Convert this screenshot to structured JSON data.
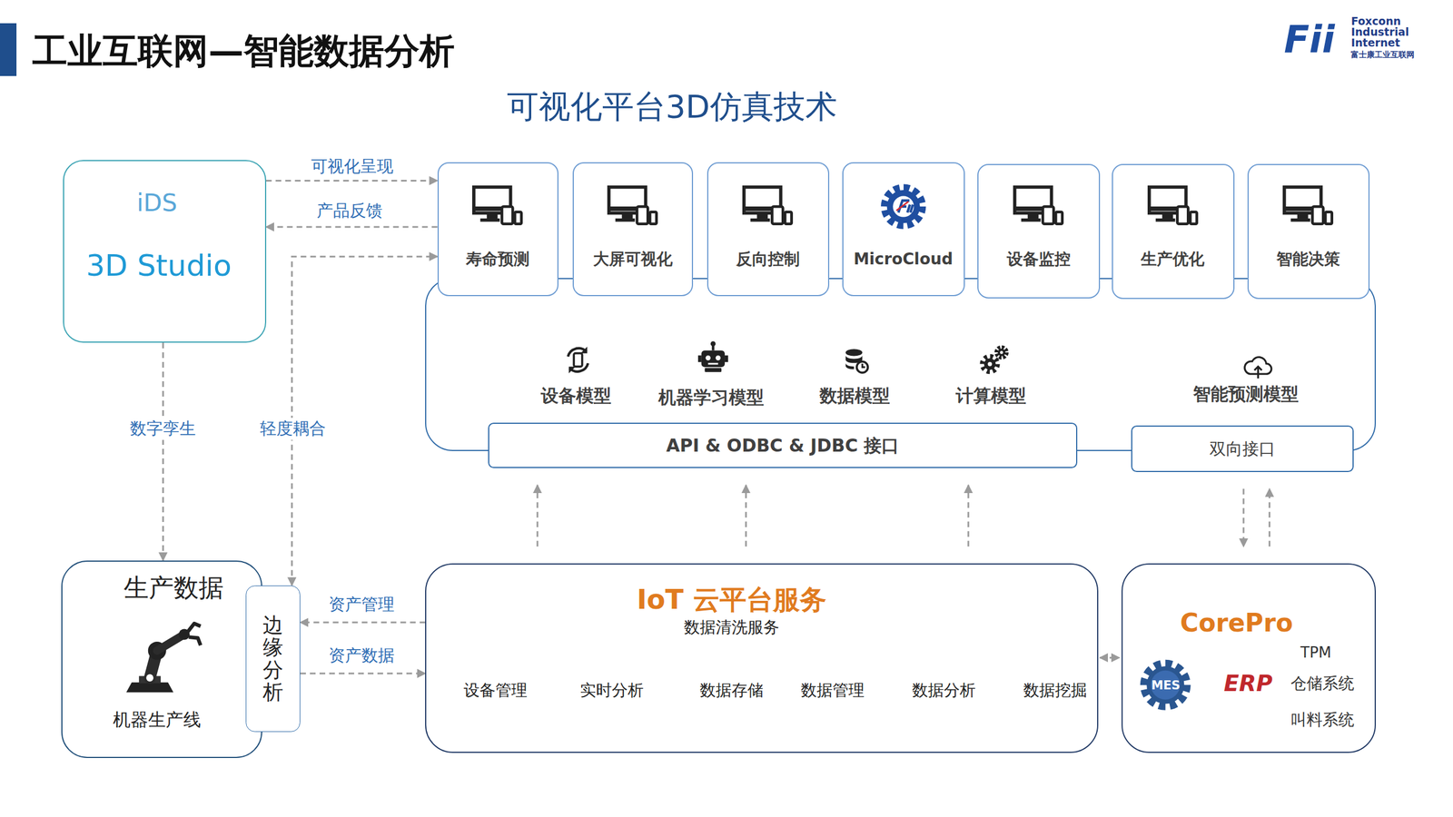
{
  "diagram": {
    "title": "工业互联网—智能数据分析",
    "nodes": [
      {
        "text": [
          "iDS",
          "3D Studio"
        ]
      },
      {
        "text": [
          "寿命预测"
        ]
      },
      {
        "text": [
          "大屏可视化"
        ]
      },
      {
        "text": [
          "反向控制"
        ]
      },
      {
        "text": [
          "MicroCloud"
        ]
      },
      {
        "text": [
          "设备监控"
        ]
      },
      {
        "text": [
          "生产优化"
        ]
      },
      {
        "text": [
          "智能决策"
        ]
      },
      {
        "text": [
          "设备模型",
          "机器学习模型",
          "数据模型",
          "计算模型",
          "智能预测模型"
        ]
      },
      {
        "text": [
          "API & ODBC & JDBC 接口"
        ],
        "in": 8
      },
      {
        "text": [
          "双向接口"
        ],
        "in": 8
      },
      {
        "text": [
          "生产数据",
          "机器生产线"
        ]
      },
      {
        "text": [
          "边缘分析"
        ]
      },
      {
        "text": [
          "IoT 云平台服务"
        ]
      },
      {
        "text": [
          "数据清洗服务"
        ],
        "in": 13
      },
      {
        "text": [
          "设备管理"
        ],
        "in": 13
      },
      {
        "text": [
          "实时分析"
        ],
        "in": 13
      },
      {
        "text": [
          "数据存储"
        ],
        "in": 13
      },
      {
        "text": [
          "数据管理"
        ],
        "in": 13
      },
      {
        "text": [
          "数据分析"
        ],
        "in": 13
      },
      {
        "text": [
          "数据挖掘"
        ],
        "in": 13
      },
      {
        "text": [
          "CorePro"
        ]
      }
    ],
    "edges": [
      {
        "from": 0,
        "to": 1,
        "label": "可视化呈现",
        "arrow": "to"
      },
      {
        "from": 1,
        "to": 0,
        "label": "产品反馈",
        "arrow": "to"
      },
      {
        "from": 12,
        "to": 1,
        "label": "轻度耦合",
        "arrow": "both"
      },
      {
        "from": 0,
        "to": 11,
        "label": "数字孪生",
        "arrow": "to"
      },
      {
        "from": 13,
        "to": 12,
        "label": "资产管理",
        "arrow": "to"
      },
      {
        "from": 12,
        "to": 13,
        "label": "资产数据",
        "arrow": "to"
      },
      {
        "from": 13,
        "to": 9,
        "arrow": "to"
      },
      {
        "from": 13,
        "to": 9,
        "arrow": "to"
      },
      {
        "from": 13,
        "to": 9,
        "arrow": "to"
      },
      {
        "from": 10,
        "to": 21,
        "arrow": "to"
      },
      {
        "from": 21,
        "to": 10,
        "arrow": "to"
      },
      {
        "from": 13,
        "to": 21,
        "arrow": "both"
      },
      {
        "from": 15,
        "to": 16,
        "arrow": "to"
      },
      {
        "from": 16,
        "to": 17,
        "arrow": "to"
      },
      {
        "from": 17,
        "to": 18,
        "arrow": "to"
      },
      {
        "from": 18,
        "to": 19,
        "arrow": "to"
      },
      {
        "from": 19,
        "to": 20,
        "arrow": "to"
      },
      {
        "from": 17,
        "to": 14,
        "arrow": "to"
      },
      {
        "from": 20,
        "to": 17,
        "arrow": "none"
      }
    ],
    "labels": [
      "Fii",
      "Foxconn Industrial Internet",
      "富士康工业互联网",
      "可视化平台3D仿真技术",
      "MES",
      "ERP",
      "TPM",
      "仓储系统",
      "叫料系统"
    ]
  }
}
